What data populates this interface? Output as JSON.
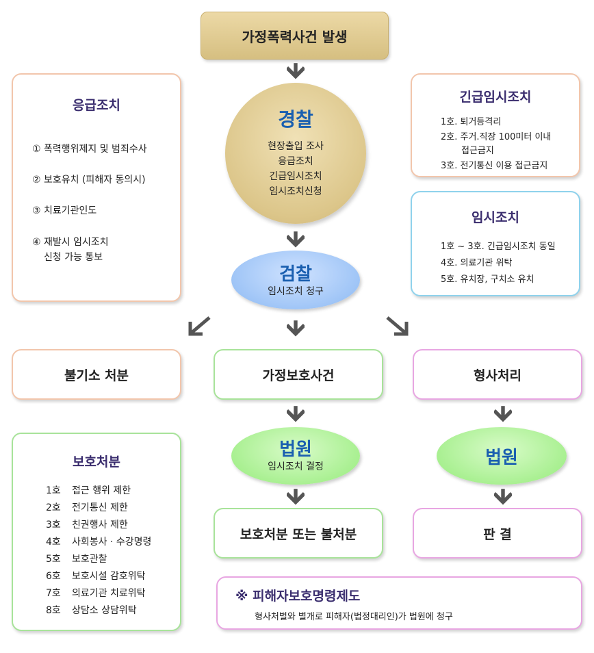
{
  "top": {
    "label": "가정폭력사건 발생"
  },
  "police": {
    "title": "경찰",
    "items": [
      "현장출입 조사",
      "응급조치",
      "긴급임시조치",
      "임시조치신청"
    ]
  },
  "prosecutor": {
    "title": "검찰",
    "sub": "임시조치 청구"
  },
  "emergency": {
    "title": "응급조치",
    "items": [
      "① 폭력행위제지 및 범죄수사",
      "② 보호유치 (피해자 동의시)",
      "③ 치료기관인도",
      "④ 재발시 임시조치",
      "신청 가능 통보"
    ]
  },
  "urgent_temp": {
    "title": "긴급임시조치",
    "items": [
      "1호. 퇴거등격리",
      "2호. 주거.직장 100미터 이내",
      "접근금지",
      "3호. 전기통신 이용 접근금지"
    ]
  },
  "temp": {
    "title": "임시조치",
    "items": [
      "1호 ~ 3호. 긴급임시조치 동일",
      "4호. 의료기관 위탁",
      "5호. 유치장, 구치소 유치"
    ]
  },
  "branches": {
    "nonprosecution": "불기소 처분",
    "domestic": "가정보호사건",
    "criminal": "형사처리"
  },
  "court1": {
    "title": "법원",
    "sub": "임시조치 결정"
  },
  "court2": {
    "title": "법원"
  },
  "result1": "보호처분 또는 불처분",
  "result2": "판 결",
  "protection": {
    "title": "보호처분",
    "items": [
      {
        "no": "1호",
        "text": "접근 행위 제한"
      },
      {
        "no": "2호",
        "text": "전기통신 제한"
      },
      {
        "no": "3호",
        "text": "친권행사 제한"
      },
      {
        "no": "4호",
        "text": "사회봉사 · 수강명령"
      },
      {
        "no": "5호",
        "text": "보호관찰"
      },
      {
        "no": "6호",
        "text": "보호시설 감호위탁"
      },
      {
        "no": "7호",
        "text": "의료기관 치료위탁"
      },
      {
        "no": "8호",
        "text": "상담소 상담위탁"
      }
    ]
  },
  "victim": {
    "title": "※ 피해자보호명령제도",
    "desc": "형사처벌와 별개로 피해자(법정대리인)가 법원에 청구"
  },
  "colors": {
    "accent_blue": "#1a5fb0",
    "title_purple": "#3a2d6e",
    "arrow": "#555555"
  }
}
